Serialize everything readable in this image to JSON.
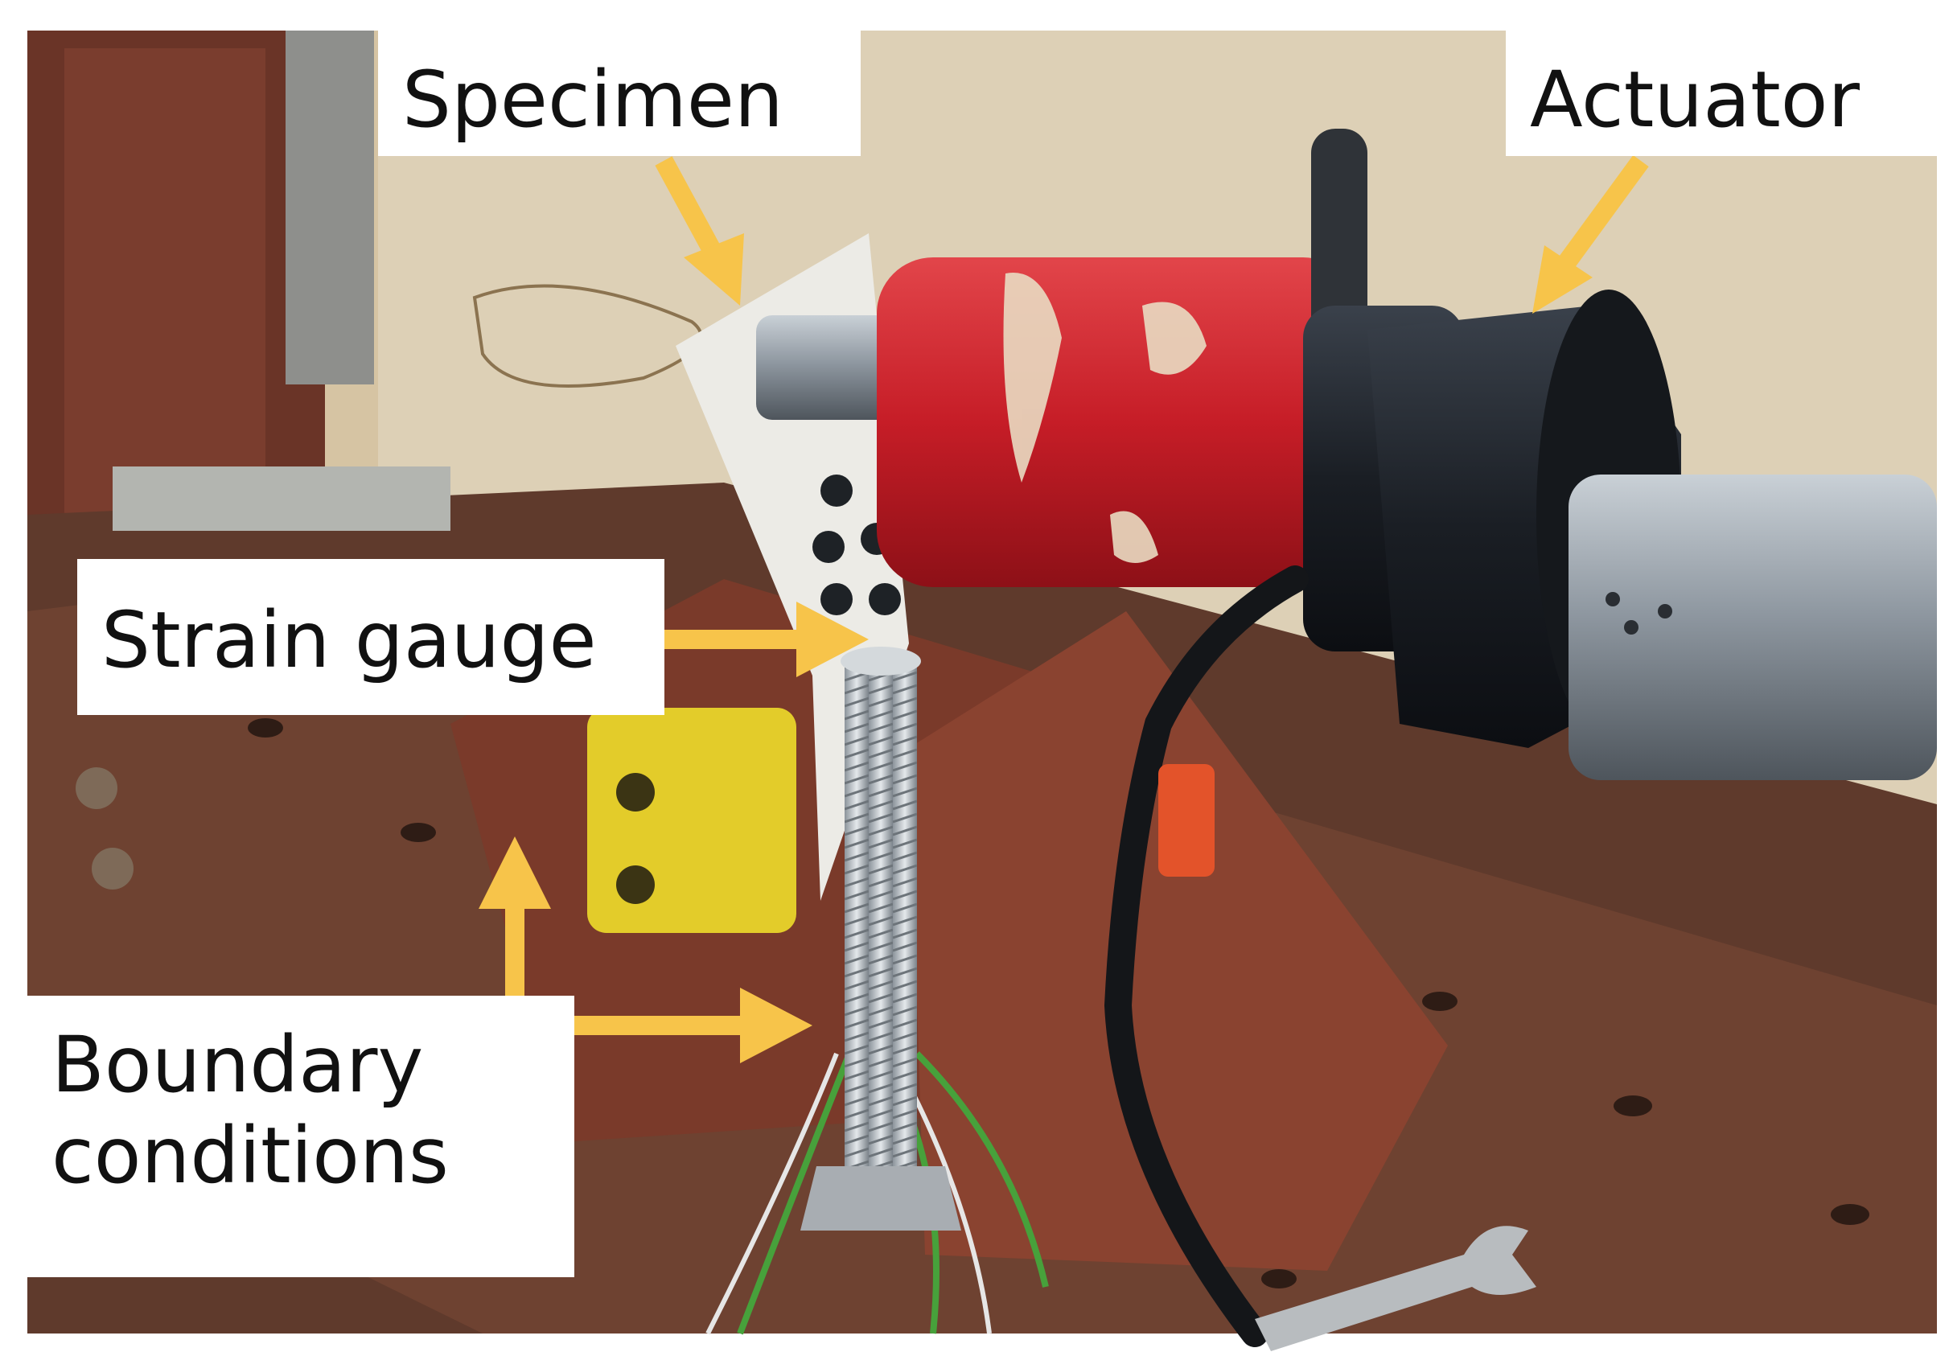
{
  "photo": {
    "subject": "test-rig-photo",
    "labels": {
      "specimen": "Specimen",
      "actuator": "Actuator",
      "strain_gauge": "Strain gauge",
      "boundary_line1": "Boundary",
      "boundary_line2": "conditions"
    },
    "colors": {
      "arrow": "#f7c44a",
      "label_bg": "#ffffff",
      "wall": "#d9c7a6",
      "bench": "#6b3b2b",
      "cylinder_red": "#d8212a",
      "actuator_body": "#1d2128",
      "rod_steel": "#9aa3ab",
      "bracket_white": "#efeeea",
      "clamp_yellow": "#e7cf2b"
    }
  }
}
